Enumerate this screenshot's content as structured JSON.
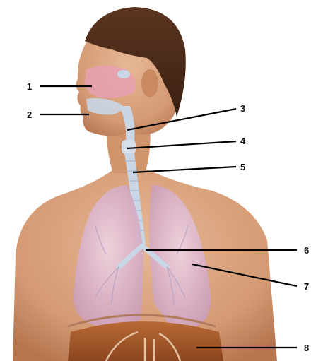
{
  "diagram": {
    "labels": [
      {
        "id": "label-1",
        "text": "1"
      },
      {
        "id": "label-2",
        "text": "2"
      },
      {
        "id": "label-3",
        "text": "3"
      },
      {
        "id": "label-4",
        "text": "4"
      },
      {
        "id": "label-5",
        "text": "5"
      },
      {
        "id": "label-6",
        "text": "6"
      },
      {
        "id": "label-7",
        "text": "7"
      },
      {
        "id": "label-8",
        "text": "8"
      }
    ]
  },
  "colors": {
    "skin": "#d9a27d",
    "skin_shadow": "#b5754f",
    "hair": "#4a2a18",
    "lung": "#dcb7cf",
    "airway": "#c9d6e6",
    "nasal": "#e8a0b4",
    "abdomen": "#a65a2c",
    "leader_line": "#000000"
  }
}
